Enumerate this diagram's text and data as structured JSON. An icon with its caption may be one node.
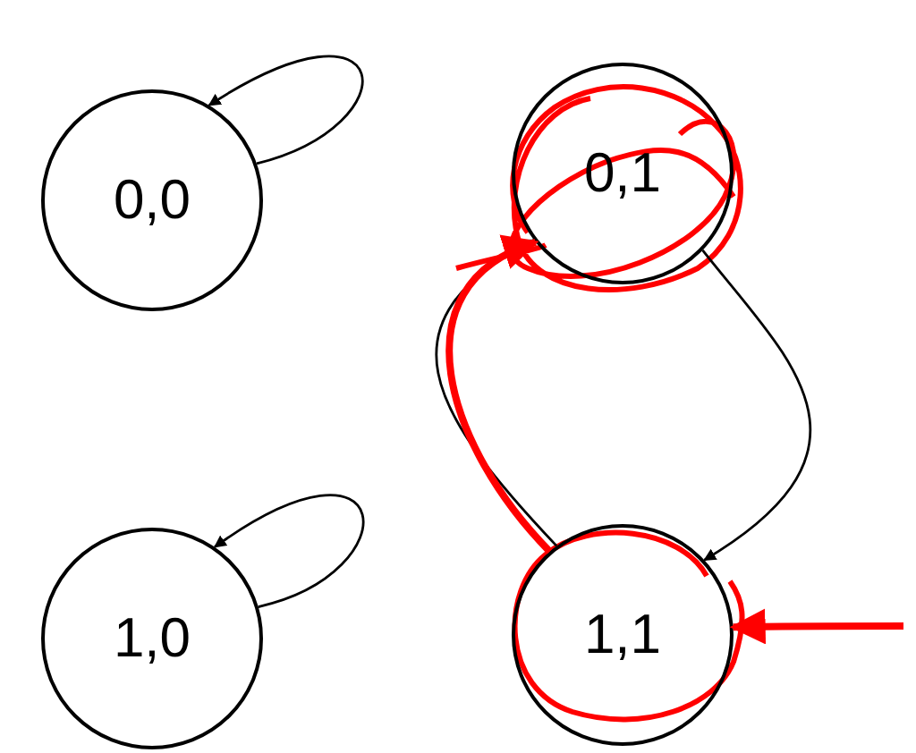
{
  "diagram": {
    "nodes": [
      {
        "text": [
          "0,0"
        ]
      },
      {
        "text": [
          "0,1"
        ]
      },
      {
        "text": [
          "1,0"
        ]
      },
      {
        "text": [
          "1,1"
        ]
      }
    ],
    "edges": [
      {
        "from": 0,
        "to": 0,
        "arrow": "to"
      },
      {
        "from": 2,
        "to": 2,
        "arrow": "to"
      },
      {
        "from": 1,
        "to": 3,
        "arrow": "to"
      },
      {
        "from": 3,
        "to": 1,
        "arrow": "to"
      },
      {
        "from": null,
        "to": 3,
        "arrow": "to"
      },
      {
        "from": 3,
        "to": 1,
        "arrow": "to",
        "style": "thick",
        "color": "#ff0000"
      },
      {
        "from": null,
        "to": 3,
        "arrow": "to",
        "style": "thick",
        "color": "#ff0000"
      }
    ]
  }
}
